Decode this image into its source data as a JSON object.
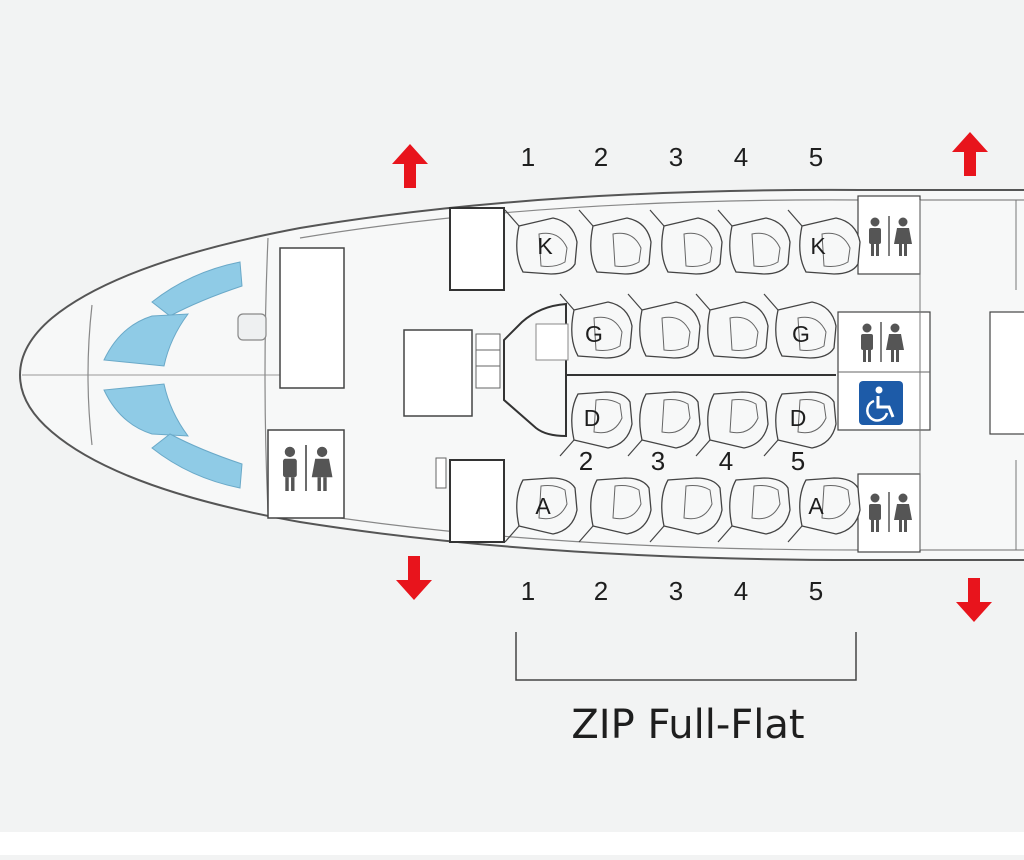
{
  "diagram": {
    "colors": {
      "background": "#f2f3f3",
      "outline": "#555555",
      "window": "#8fcbe6",
      "exit_arrow": "#e8141c",
      "accessible_badge": "#1d5ba8"
    },
    "top_row_numbers": [
      "1",
      "2",
      "3",
      "4",
      "5"
    ],
    "bottom_row_numbers": [
      "1",
      "2",
      "3",
      "4",
      "5"
    ],
    "middle_row_numbers": [
      "2",
      "3",
      "4",
      "5"
    ],
    "seat_letters": {
      "k_front": "K",
      "k_rear": "K",
      "g_front": "G",
      "g_rear": "G",
      "d_front": "D",
      "d_rear": "D",
      "a_front": "A",
      "a_rear": "A"
    },
    "cabin_label": "ZIP Full-Flat",
    "icons": {
      "exit": "exit-arrow-icon",
      "lavatory": "lavatory-icon",
      "accessible": "wheelchair-icon"
    }
  }
}
